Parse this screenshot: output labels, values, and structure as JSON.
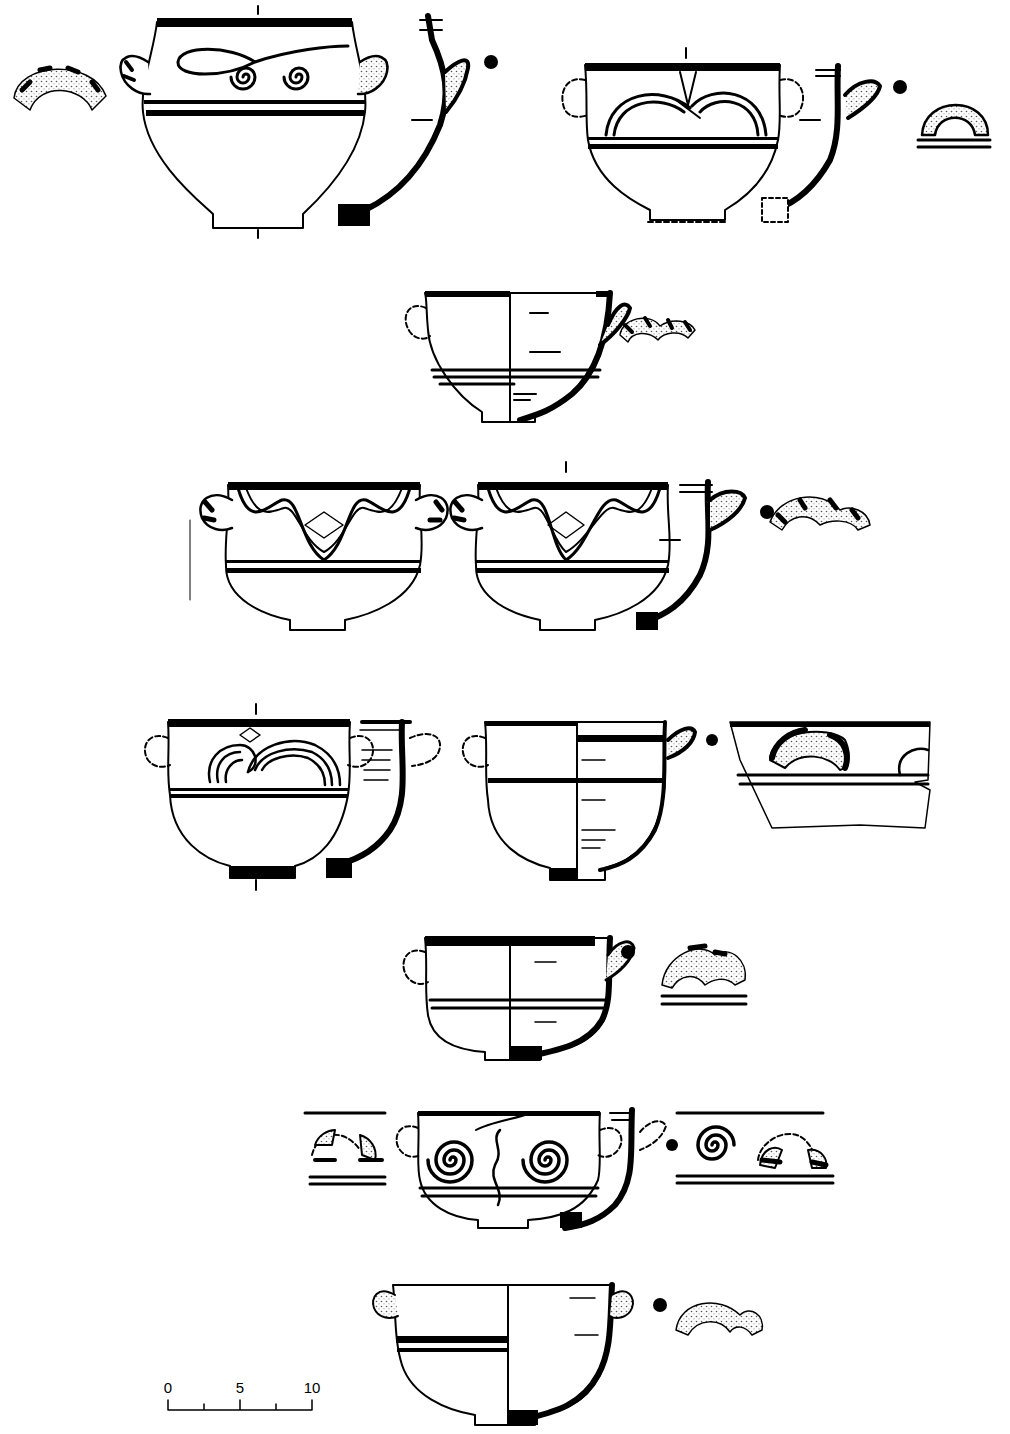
{
  "diagram": {
    "labels": [
      "0",
      "5",
      "10"
    ]
  }
}
